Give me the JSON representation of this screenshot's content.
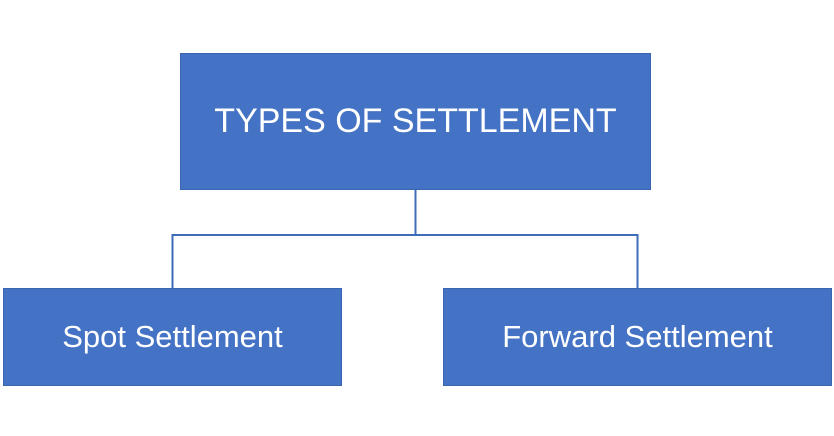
{
  "colors": {
    "node_fill": "#4472c4",
    "connector": "#3f6cb8",
    "text": "#ffffff"
  },
  "root": {
    "label": "TYPES OF SETTLEMENT"
  },
  "children": [
    {
      "label": "Spot Settlement"
    },
    {
      "label": "Forward Settlement"
    }
  ]
}
